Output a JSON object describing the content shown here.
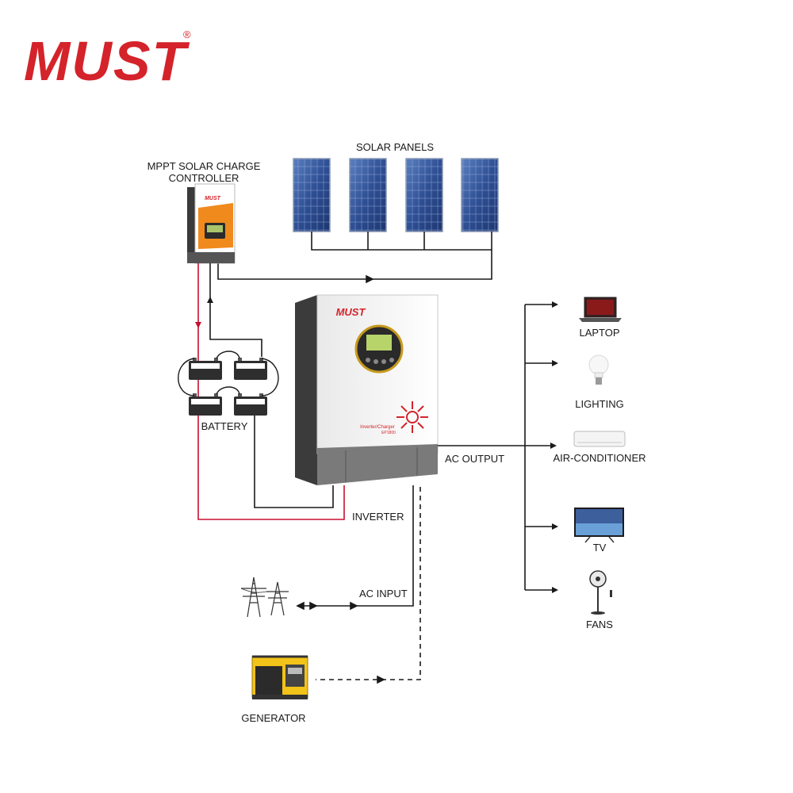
{
  "brand": {
    "logo_text": "MUST",
    "registered_mark": "®",
    "color": "#d4232a"
  },
  "labels": {
    "solar_panels": "SOLAR PANELS",
    "controller_line1": "MPPT SOLAR CHARGE",
    "controller_line2": "CONTROLLER",
    "battery": "BATTERY",
    "inverter": "INVERTER",
    "ac_output": "AC OUTPUT",
    "ac_input": "AC INPUT",
    "generator": "GENERATOR"
  },
  "loads": [
    {
      "label": "LAPTOP",
      "icon": "laptop-icon"
    },
    {
      "label": "LIGHTING",
      "icon": "light-bulb-icon"
    },
    {
      "label": "AIR-CONDITIONER",
      "icon": "air-conditioner-icon"
    },
    {
      "label": "TV",
      "icon": "tv-icon"
    },
    {
      "label": "FANS",
      "icon": "fan-icon"
    }
  ],
  "devices": {
    "inverter_logo": "MUST",
    "inverter_model_line1": "Inverter/Charger",
    "inverter_model_line2": "EP1800",
    "controller_logo": "MUST"
  },
  "colors": {
    "battery_wire": "#c8102e",
    "wire": "#1a1a1a",
    "inverter_accent": "#d4232a",
    "controller_accent": "#f08a1c"
  }
}
